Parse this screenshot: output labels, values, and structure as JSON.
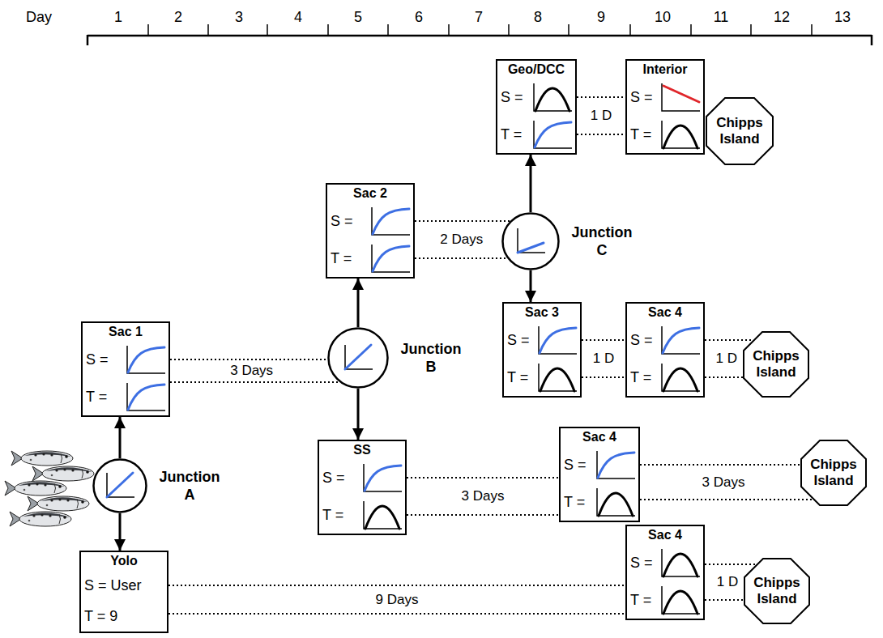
{
  "diagram": {
    "nodes": [
      {
        "text": [
          "Junction A"
        ]
      },
      {
        "text": [
          "Sac 1",
          "S =",
          "T ="
        ]
      },
      {
        "text": [
          "Yolo",
          "S = User",
          "T = 9"
        ]
      },
      {
        "text": [
          "Junction B"
        ]
      },
      {
        "text": [
          "Sac 2",
          "S =",
          "T ="
        ]
      },
      {
        "text": [
          "SS",
          "S =",
          "T ="
        ]
      },
      {
        "text": [
          "Junction C"
        ]
      },
      {
        "text": [
          "Geo/DCC",
          "S =",
          "T ="
        ]
      },
      {
        "text": [
          "Sac 3",
          "S =",
          "T ="
        ]
      },
      {
        "text": [
          "Interior",
          "S =",
          "T ="
        ]
      },
      {
        "text": [
          "Sac 4",
          "S =",
          "T ="
        ]
      },
      {
        "text": [
          "Sac 4",
          "S =",
          "T ="
        ]
      },
      {
        "text": [
          "Sac 4",
          "S =",
          "T ="
        ]
      },
      {
        "text": [
          "Chipps Island"
        ]
      },
      {
        "text": [
          "Chipps Island"
        ]
      },
      {
        "text": [
          "Chipps Island"
        ]
      },
      {
        "text": [
          "Chipps Island"
        ]
      }
    ],
    "edges": [
      {
        "from": 0,
        "to": 1,
        "arrow": "to"
      },
      {
        "from": 0,
        "to": 2,
        "arrow": "to"
      },
      {
        "from": 1,
        "to": 3,
        "label": "3 Days",
        "arrow": "none"
      },
      {
        "from": 2,
        "to": 12,
        "label": "9 Days",
        "arrow": "none"
      },
      {
        "from": 3,
        "to": 4,
        "arrow": "to"
      },
      {
        "from": 3,
        "to": 5,
        "arrow": "to"
      },
      {
        "from": 4,
        "to": 6,
        "label": "2 Days",
        "arrow": "none"
      },
      {
        "from": 5,
        "to": 11,
        "label": "3 Days",
        "arrow": "none"
      },
      {
        "from": 6,
        "to": 7,
        "arrow": "to"
      },
      {
        "from": 6,
        "to": 8,
        "arrow": "to"
      },
      {
        "from": 7,
        "to": 9,
        "label": "1 D",
        "arrow": "none"
      },
      {
        "from": 8,
        "to": 10,
        "label": "1 D",
        "arrow": "none"
      },
      {
        "from": 10,
        "to": 14,
        "label": "1 D",
        "arrow": "none"
      },
      {
        "from": 11,
        "to": 15,
        "label": "3 Days",
        "arrow": "none"
      },
      {
        "from": 12,
        "to": 16,
        "label": "1 D",
        "arrow": "none"
      }
    ],
    "labels": [
      "Day",
      "1",
      "2",
      "3",
      "4",
      "5",
      "6",
      "7",
      "8",
      "9",
      "10",
      "11",
      "12",
      "13"
    ]
  }
}
